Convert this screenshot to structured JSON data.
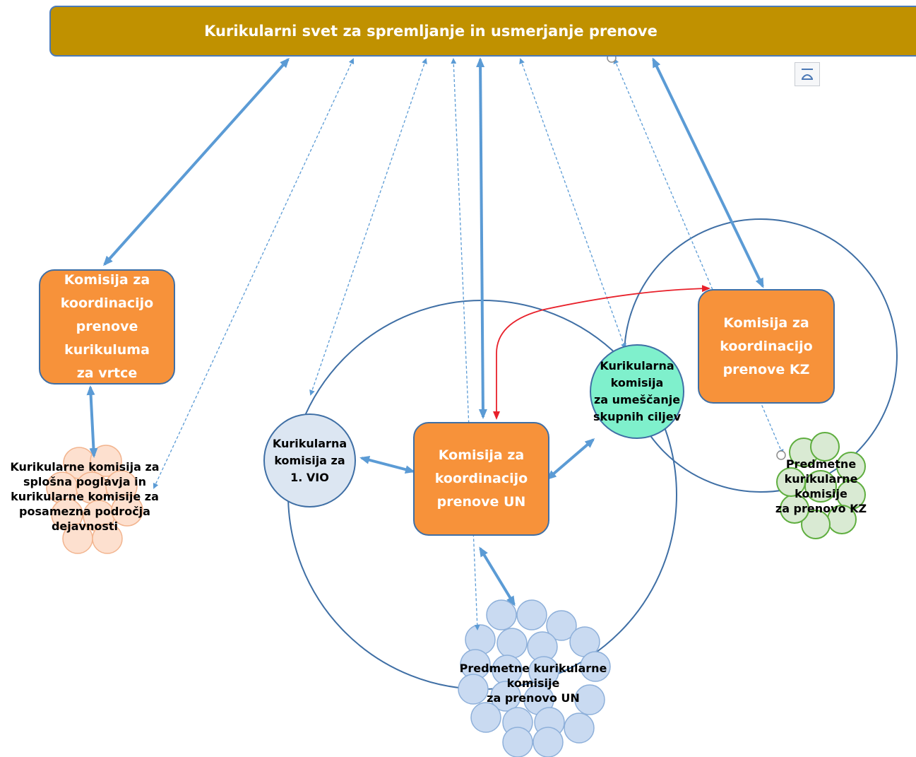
{
  "banner": {
    "label": "Kurikularni svet za spremljanje in usmerjanje prenove"
  },
  "boxes": {
    "vrtce": "Komisija za\nkoordinacijo\nprenove\nkurikuluma\nza  vrtce",
    "un": "Komisija za\nkoordinacijo\nprenove UN",
    "kz": "Komisija za\nkoordinacijo\nprenove KZ"
  },
  "nodes": {
    "vio": "Kurikularna\nkomisija za\n1. VIO",
    "skupni": "Kurikularna\nkomisija\nza umeščanje\nskupnih ciljev"
  },
  "labels": {
    "posamezna": "Kurikularne komisija  za\nsplošna poglavja in\nkurikularne komisije za\nposamezna področja\ndejavnosti",
    "predmetne_un": "Predmetne kurikularne\nkomisije\nza prenovo UN",
    "predmetne_kz": "Predmetne kurikularne\nkomisije\nza prenovo KZ"
  },
  "colors": {
    "banner": "#c09100",
    "orange_box": "#f7923a",
    "vio_circle": "#dce6f2",
    "skupni_circle": "#7ff0cc",
    "blue_bubbles": "#c9daf1",
    "peach_bubbles": "#fde0cf",
    "green_bubbles": "#d9ead3",
    "connector": "#5b9bd5",
    "red_arrow": "#e8202a"
  },
  "icons": {
    "layout_options": "layout-options-icon"
  }
}
